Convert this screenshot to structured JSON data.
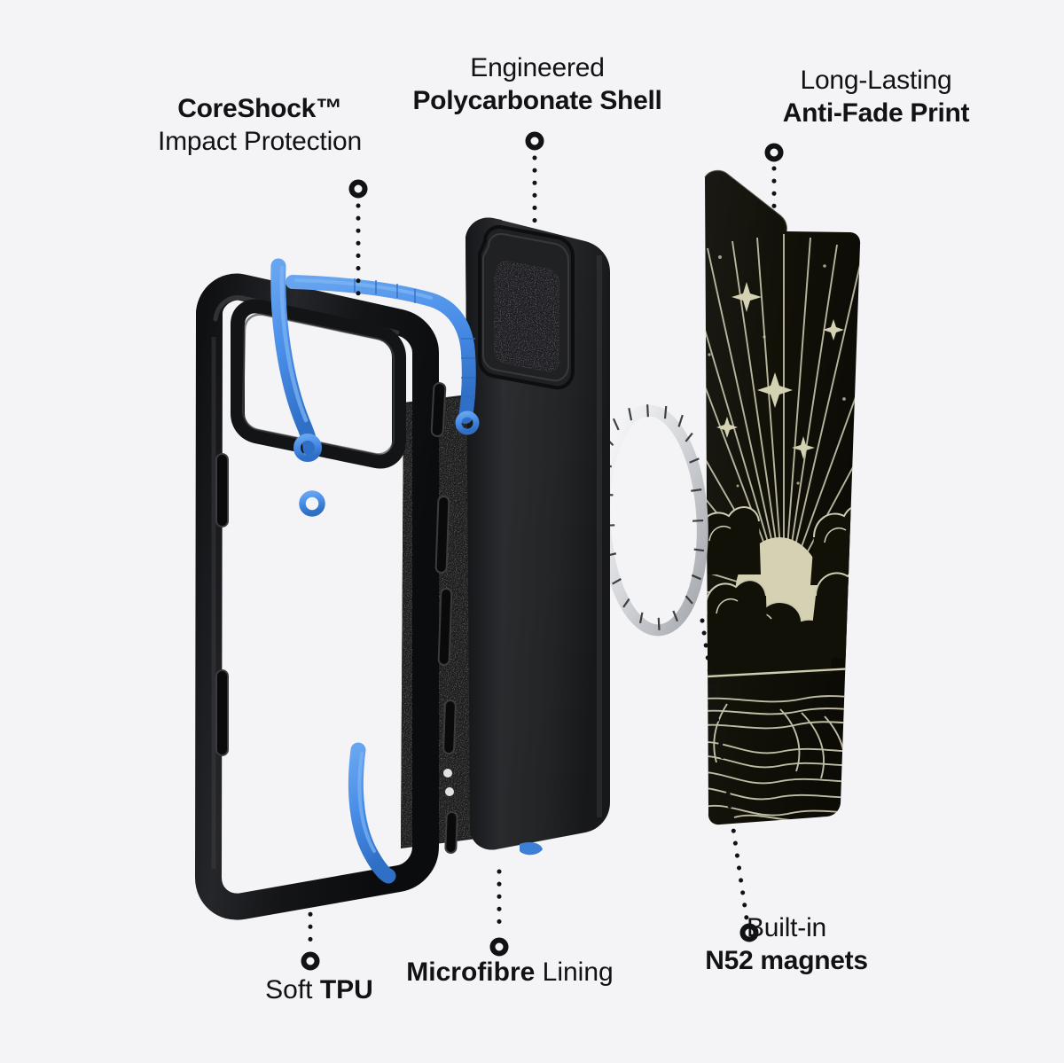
{
  "meta": {
    "background_color": "#f4f4f6",
    "text_color": "#111214",
    "accent_blue": "#4a8ee8",
    "shell_black": "#2b2c2e",
    "print_black": "#15140f",
    "print_cream": "#d5d2b4",
    "leader_dot_color": "#111214"
  },
  "callouts": [
    {
      "id": "coreshock",
      "line1": "CoreShock™",
      "line1_weight": "bold",
      "line2": "Impact Protection",
      "line2_weight": "regular",
      "marker": "ring-top",
      "leader": "vertical-dotted"
    },
    {
      "id": "polycarbonate",
      "line1": "Engineered",
      "line1_weight": "regular",
      "line2": "Polycarbonate Shell",
      "line2_weight": "bold",
      "marker": "ring-top",
      "leader": "vertical-dotted"
    },
    {
      "id": "antifade",
      "line1": "Long-Lasting",
      "line1_weight": "regular",
      "line2": "Anti-Fade Print",
      "line2_weight": "bold",
      "marker": "ring-top",
      "leader": "vertical-dotted"
    },
    {
      "id": "tpu",
      "line1": "",
      "line1_weight": "regular",
      "text_regular": "Soft ",
      "text_bold": "TPU",
      "marker": "ring-bottom",
      "leader": "vertical-dotted"
    },
    {
      "id": "microfibre",
      "text_bold": "Microfibre",
      "text_regular": " Lining",
      "marker": "ring-bottom",
      "leader": "vertical-dotted"
    },
    {
      "id": "n52",
      "line1": "Built-in",
      "line1_weight": "regular",
      "line2": "N52 magnets",
      "line2_weight": "bold",
      "marker": "ring-bottom",
      "leader": "diagonal-dotted"
    }
  ],
  "product": {
    "type": "exploded-phone-case-diagram",
    "layers": [
      {
        "name": "tpu-bumper",
        "color": "#151618",
        "accent": "#4a8ee8",
        "label": "Soft TPU"
      },
      {
        "name": "polycarbonate-shell",
        "color": "#2b2c2e",
        "label": "Polycarbonate Shell"
      },
      {
        "name": "microfibre-lining",
        "color": "#1b1c1e",
        "label": "Microfibre Lining"
      },
      {
        "name": "magsafe-ring",
        "color": "#e8e8ea",
        "label": "N52 magnets"
      },
      {
        "name": "printed-back-panel",
        "color": "#15140f",
        "accent": "#d5d2b4",
        "label": "Anti-Fade Print"
      }
    ],
    "artwork": {
      "name": "sunrise-over-waves",
      "sun_color": "#d5d2b4",
      "line_color": "#cfccb2",
      "motifs": [
        "sunburst-rays",
        "four-point-stars",
        "clouds",
        "ocean-waves"
      ]
    }
  }
}
